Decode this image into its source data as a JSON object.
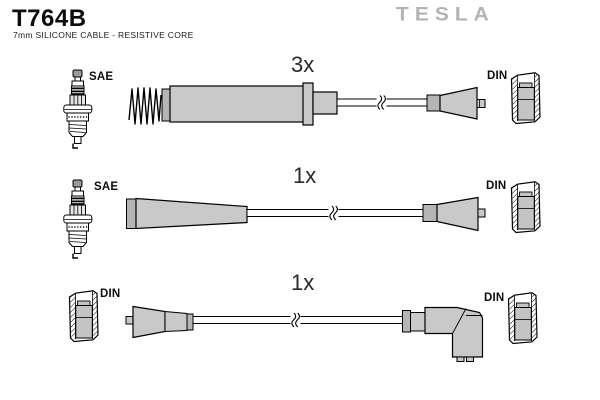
{
  "header": {
    "part_number": "T764B",
    "subtitle": "7mm SILICONE CABLE - RESISTIVE CORE",
    "brand": "TESLA"
  },
  "colors": {
    "background": "#ffffff",
    "line": "#000000",
    "boot_fill": "#c9c9c9",
    "boot_fill_dark": "#b5b5b5",
    "plug_terminal_gray": "#9a9a9a",
    "brand_gray": "#b3b3b3",
    "text": "#0d0d0d"
  },
  "rows": [
    {
      "quantity": "3x",
      "left_label": "SAE",
      "right_label": "DIN",
      "left_icon": "spark-plug-icon",
      "right_icon": "din-terminal-icon",
      "segments": [
        "coil-spring",
        "cylindrical-boot",
        "cable-with-break",
        "straight-din-plug"
      ]
    },
    {
      "quantity": "1x",
      "left_label": "SAE",
      "right_label": "DIN",
      "left_icon": "spark-plug-icon",
      "right_icon": "din-terminal-icon",
      "segments": [
        "tapered-boot",
        "cable-with-break",
        "straight-din-plug"
      ]
    },
    {
      "quantity": "1x",
      "left_label": "DIN",
      "right_label": "DIN",
      "left_icon": "din-terminal-icon",
      "right_icon": "din-terminal-icon",
      "segments": [
        "straight-din-plug",
        "cable-with-break",
        "elbow-din-plug"
      ]
    }
  ]
}
